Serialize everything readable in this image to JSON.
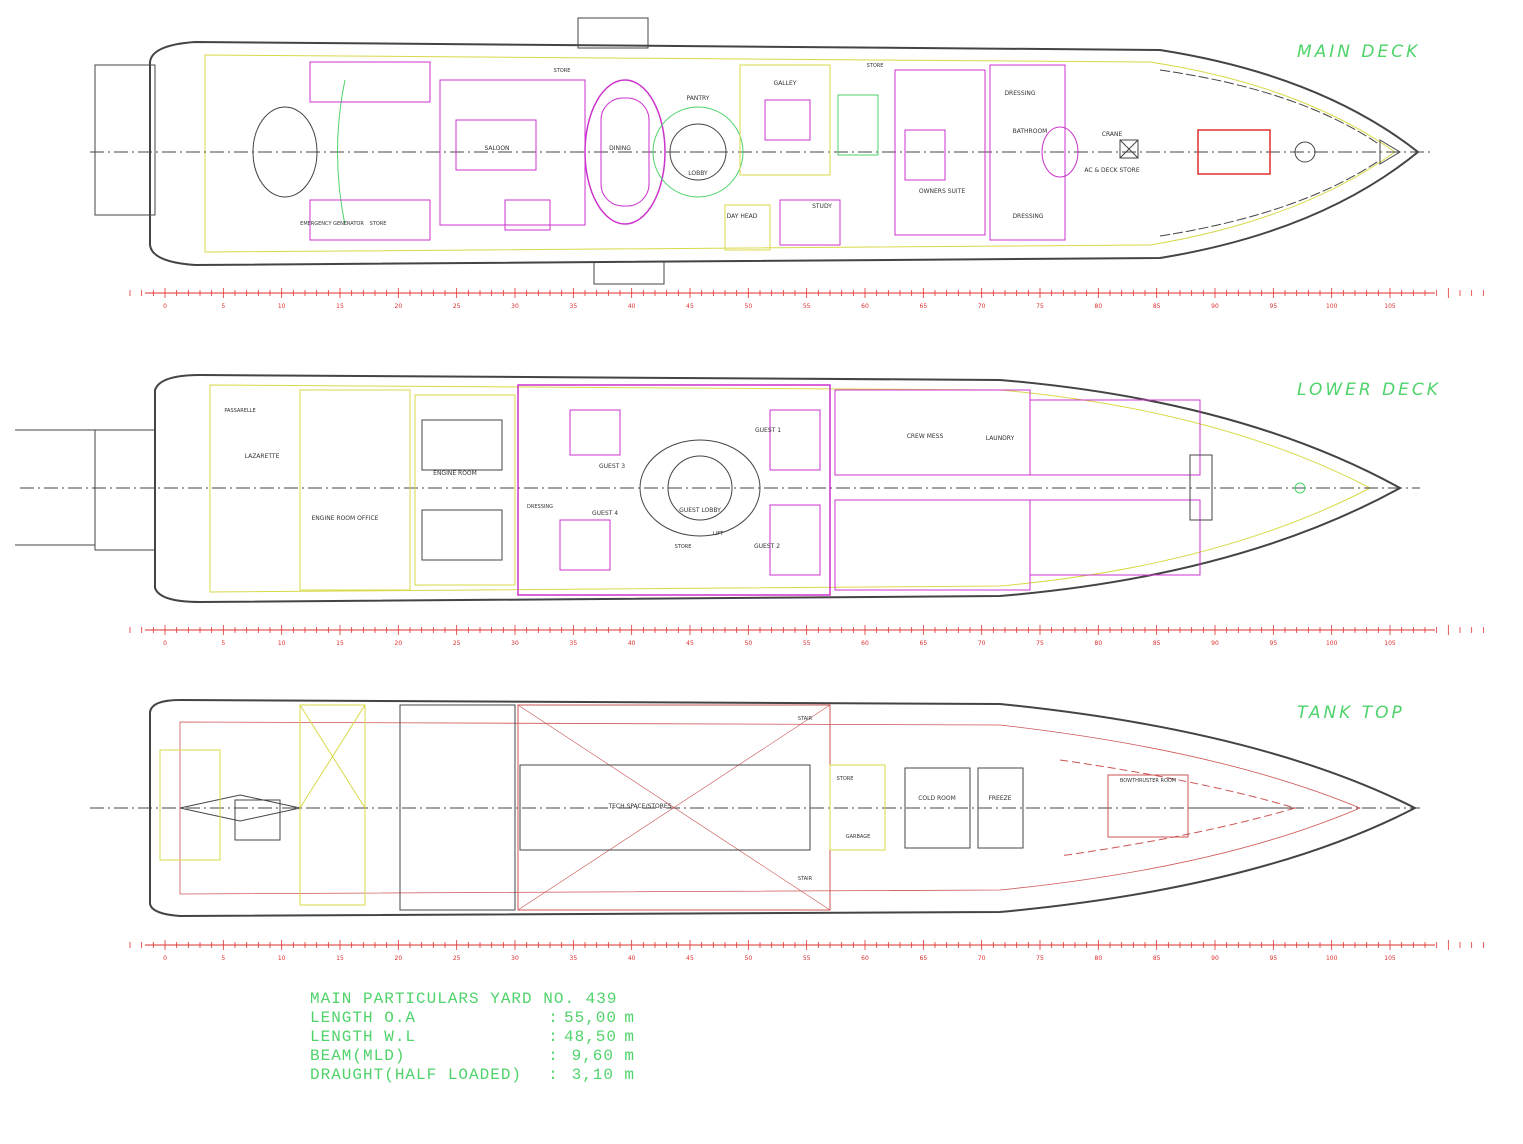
{
  "decks": [
    {
      "id": "main",
      "title": "MAIN DECK",
      "rooms": [
        "SALOON",
        "DINING",
        "PANTRY",
        "GALLEY",
        "LOBBY",
        "STUDY",
        "DAY HEAD",
        "OWNERS SUITE",
        "DRESSING",
        "BATHROOM",
        "DRESSING",
        "CRANE",
        "AC & DECK STORE",
        "STORE",
        "STORE",
        "EMERGENCY GENERATOR",
        "STORE"
      ]
    },
    {
      "id": "lower",
      "title": "LOWER DECK",
      "rooms": [
        "LAZARETTE",
        "ENGINE ROOM",
        "ENGINE ROOM OFFICE",
        "GUEST 3",
        "GUEST 4",
        "GUEST LOBBY",
        "GUEST 1",
        "GUEST 2",
        "DRESSING",
        "CREW MESS",
        "LAUNDRY",
        "STORE",
        "LIFT",
        "PASSARELLE"
      ]
    },
    {
      "id": "tank",
      "title": "TANK TOP",
      "rooms": [
        "TECH SPACE/STORES",
        "STAIR",
        "STAIR",
        "STORE",
        "GARBAGE",
        "COLD ROOM",
        "FREEZE",
        "BOWTHRUSTER ROOM"
      ]
    }
  ],
  "scale_labels": [
    "0",
    "5",
    "10",
    "15",
    "20",
    "25",
    "30",
    "35",
    "40",
    "45",
    "50",
    "55",
    "60",
    "65",
    "70",
    "75",
    "80",
    "85",
    "90",
    "95",
    "100",
    "105"
  ],
  "particulars": {
    "heading": "MAIN PARTICULARS YARD NO. 439",
    "rows": [
      {
        "label": "LENGTH O.A",
        "value": "55,00",
        "unit": "m"
      },
      {
        "label": "LENGTH W.L",
        "value": "48,50",
        "unit": "m"
      },
      {
        "label": "BEAM(MLD)",
        "value": "9,60",
        "unit": "m"
      },
      {
        "label": "DRAUGHT(HALF LOADED)",
        "value": "3,10",
        "unit": "m"
      }
    ]
  },
  "colors": {
    "hull": "#444444",
    "interior": "#cc33cc",
    "fixtures": "#e03030",
    "structure": "#d9d94a",
    "labels": "#4fd36a",
    "text_dark": "#333333"
  }
}
